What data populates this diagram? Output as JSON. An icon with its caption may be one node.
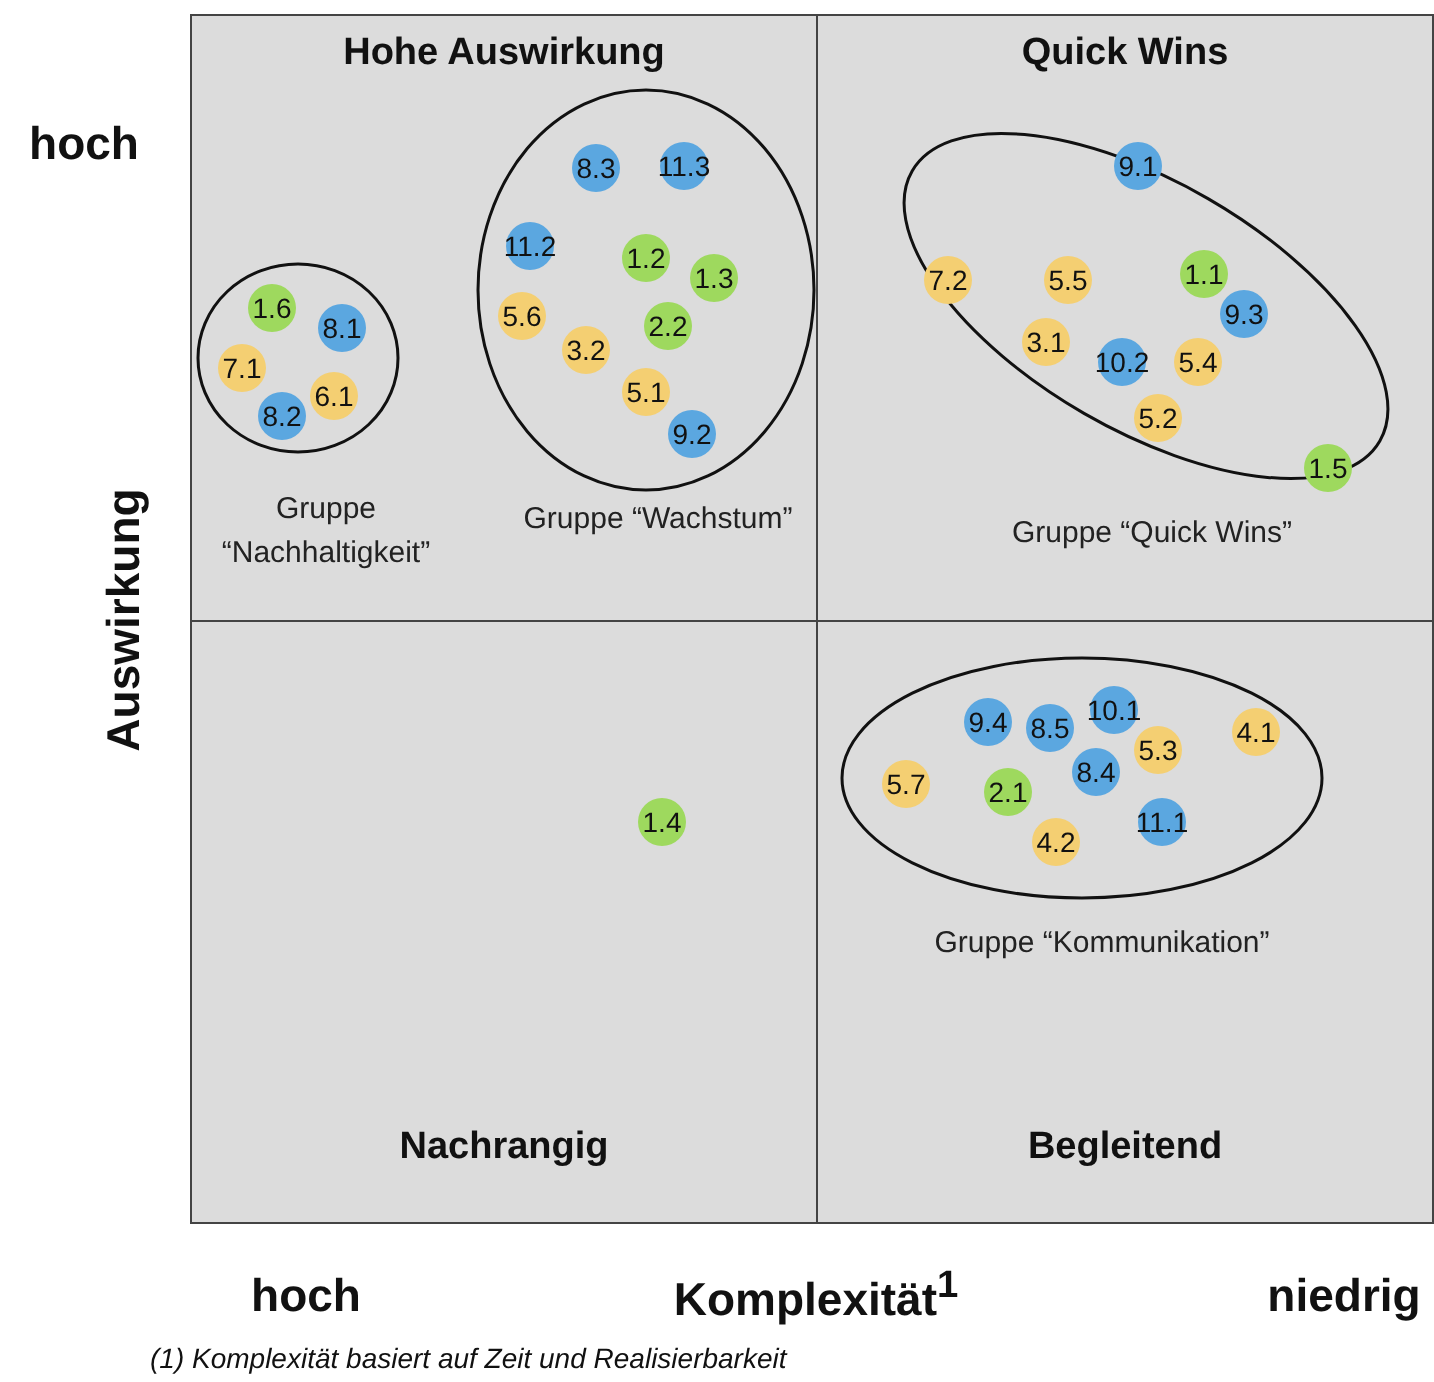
{
  "diagram": {
    "nodes": [
      {
        "text": [
          "Hohe Auswirkung"
        ]
      },
      {
        "text": [
          "Gruppe “Nachhaltigkeit”"
        ],
        "in": 0
      },
      {
        "text": [
          "1.6"
        ],
        "in": 1
      },
      {
        "text": [
          "8.1"
        ],
        "in": 1
      },
      {
        "text": [
          "7.1"
        ],
        "in": 1
      },
      {
        "text": [
          "6.1"
        ],
        "in": 1
      },
      {
        "text": [
          "8.2"
        ],
        "in": 1
      },
      {
        "text": [
          "Gruppe “Wachstum”"
        ],
        "in": 0
      },
      {
        "text": [
          "8.3"
        ],
        "in": 7
      },
      {
        "text": [
          "11.3"
        ],
        "in": 7
      },
      {
        "text": [
          "11.2"
        ],
        "in": 7
      },
      {
        "text": [
          "1.2"
        ],
        "in": 7
      },
      {
        "text": [
          "1.3"
        ],
        "in": 7
      },
      {
        "text": [
          "5.6"
        ],
        "in": 7
      },
      {
        "text": [
          "2.2"
        ],
        "in": 7
      },
      {
        "text": [
          "3.2"
        ],
        "in": 7
      },
      {
        "text": [
          "5.1"
        ],
        "in": 7
      },
      {
        "text": [
          "9.2"
        ],
        "in": 7
      },
      {
        "text": [
          "Quick Wins"
        ]
      },
      {
        "text": [
          "Gruppe “Quick Wins”"
        ],
        "in": 18
      },
      {
        "text": [
          "9.1"
        ],
        "in": 19
      },
      {
        "text": [
          "1.1"
        ],
        "in": 19
      },
      {
        "text": [
          "7.2"
        ],
        "in": 19
      },
      {
        "text": [
          "5.5"
        ],
        "in": 19
      },
      {
        "text": [
          "9.3"
        ],
        "in": 19
      },
      {
        "text": [
          "3.1"
        ],
        "in": 19
      },
      {
        "text": [
          "10.2"
        ],
        "in": 19
      },
      {
        "text": [
          "5.4"
        ],
        "in": 19
      },
      {
        "text": [
          "5.2"
        ],
        "in": 19
      },
      {
        "text": [
          "1.5"
        ],
        "in": 18
      },
      {
        "text": [
          "Nachrangig"
        ]
      },
      {
        "text": [
          "1.4"
        ],
        "in": 30
      },
      {
        "text": [
          "Begleitend"
        ]
      },
      {
        "text": [
          "Gruppe “Kommunikation”"
        ],
        "in": 32
      },
      {
        "text": [
          "10.1"
        ],
        "in": 33
      },
      {
        "text": [
          "9.4"
        ],
        "in": 33
      },
      {
        "text": [
          "8.5"
        ],
        "in": 33
      },
      {
        "text": [
          "4.1"
        ],
        "in": 33
      },
      {
        "text": [
          "5.3"
        ],
        "in": 33
      },
      {
        "text": [
          "8.4"
        ],
        "in": 33
      },
      {
        "text": [
          "5.7"
        ],
        "in": 33
      },
      {
        "text": [
          "2.1"
        ],
        "in": 33
      },
      {
        "text": [
          "11.1"
        ],
        "in": 33
      },
      {
        "text": [
          "4.2"
        ],
        "in": 33
      }
    ],
    "labels": [
      "hoch",
      "Auswirkung",
      "hoch",
      "Komplexität$^{1}$",
      "niedrig",
      "(1) Komplexität basiert auf Zeit und Realisierbarkeit"
    ]
  }
}
